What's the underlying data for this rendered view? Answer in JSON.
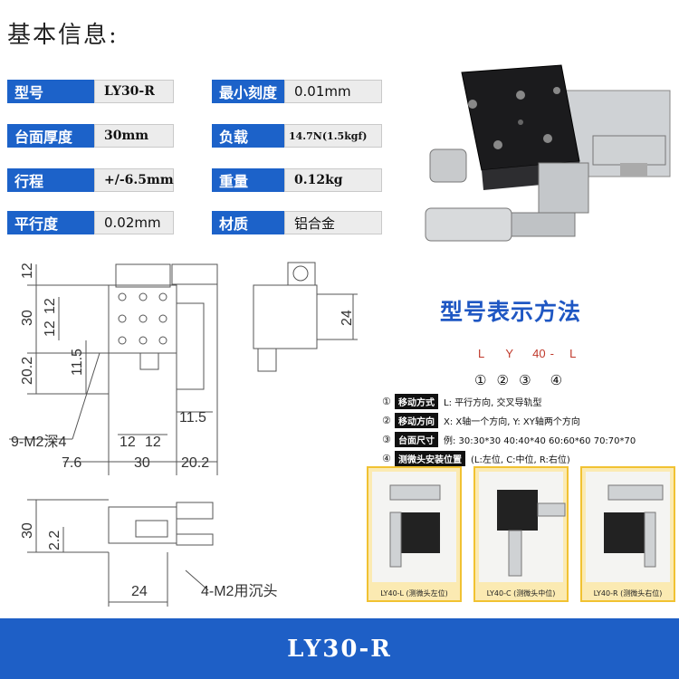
{
  "header": {
    "title": "基本信息:"
  },
  "specs": {
    "model_label": "型号",
    "model_value": "LY30-R",
    "min_scale_label": "最小刻度",
    "min_scale_value": "0.01mm",
    "table_thickness_label": "台面厚度",
    "table_thickness_value": "30mm",
    "load_label": "负载",
    "load_value": "14.7N(1.5kgf)",
    "travel_label": "行程",
    "travel_value": "+/-6.5mm",
    "weight_label": "重量",
    "weight_value": "0.12kg",
    "parallelism_label": "平行度",
    "parallelism_value": "0.02mm",
    "material_label": "材质",
    "material_value": "铝合金"
  },
  "drawing": {
    "top_view": {
      "dims_left": [
        "12",
        "30",
        "12",
        "12",
        "20.2",
        "11.5"
      ],
      "dim_11_5_right": "11.5",
      "hole_note": "9-M2深4",
      "dims_bottom": [
        "12",
        "12",
        "7.6",
        "30",
        "20.2"
      ]
    },
    "side_view": {
      "dim_right": "24"
    },
    "front_view": {
      "dims_left": [
        "30",
        "2.2"
      ],
      "dim_bottom": "24",
      "hole_note": "4-M2用沉头"
    }
  },
  "model_code": {
    "title": "型号表示方法",
    "segments": [
      "L",
      "Y",
      "40",
      "-",
      "L"
    ],
    "circled": [
      "①",
      "②",
      "③",
      "④"
    ],
    "legend": [
      {
        "num": "①",
        "tag": "移动方式",
        "text": "L: 平行方向, 交叉导轨型"
      },
      {
        "num": "②",
        "tag": "移动方向",
        "text": "X: X轴一个方向, Y: XY轴两个方向"
      },
      {
        "num": "③",
        "tag": "台面尺寸",
        "text": "例: 30:30*30   40:40*40   60:60*60   70:70*70"
      },
      {
        "num": "④",
        "tag": "测微头安装位置",
        "text": "(L:左位, C:中位, R:右位)"
      }
    ],
    "photos": [
      {
        "caption": "LY40-L  (测微头左位)"
      },
      {
        "caption": "LY40-C  (测微头中位)"
      },
      {
        "caption": "LY40-R  (测微头右位)"
      }
    ]
  },
  "footer": {
    "title": "LY30-R"
  },
  "colors": {
    "accent": "#1c62c9",
    "photo_border": "#f1c232",
    "code_red": "#c0392b"
  }
}
